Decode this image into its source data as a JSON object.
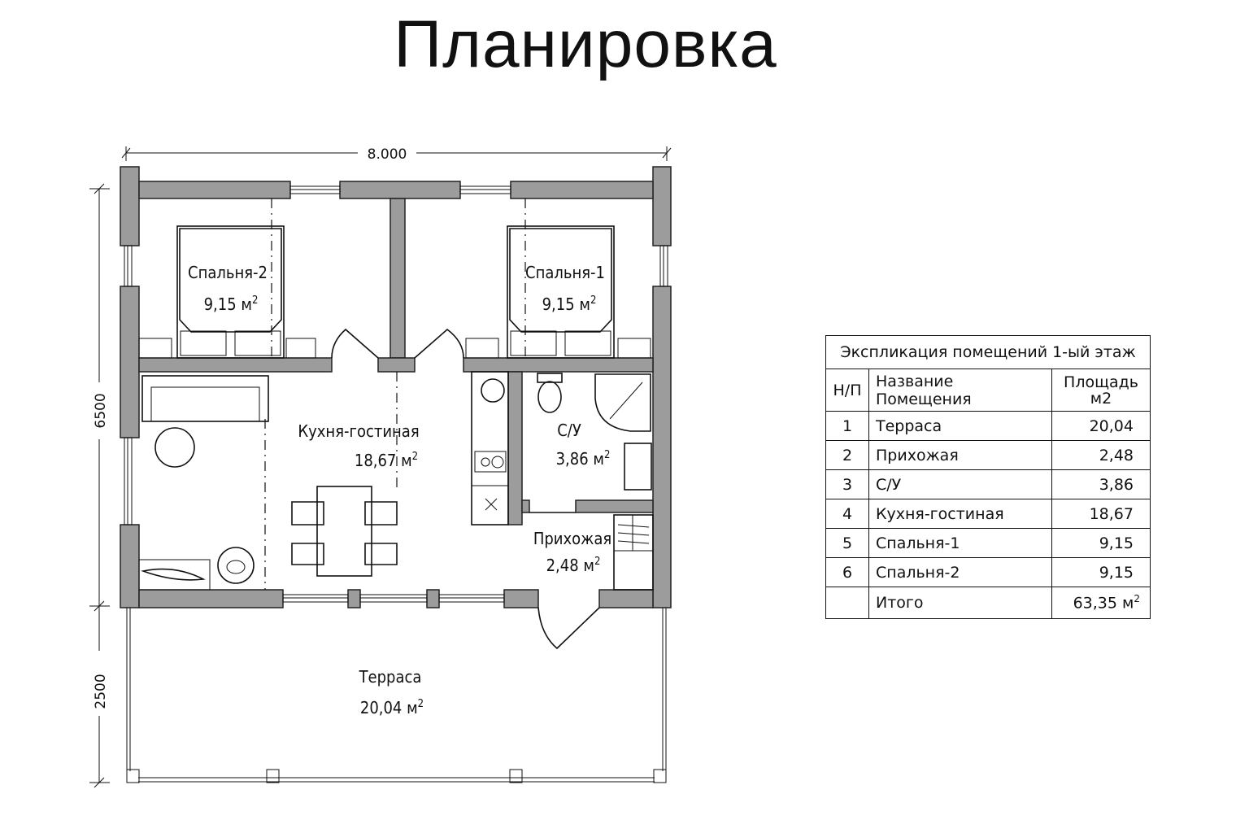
{
  "title": "Планировка",
  "dimensions": {
    "width": "8.000",
    "house_depth": "6500",
    "terrace_depth": "2500"
  },
  "rooms": {
    "bedroom2": {
      "name": "Спальня-2",
      "area": "9,15 м",
      "sup": "2"
    },
    "bedroom1": {
      "name": "Спальня-1",
      "area": "9,15 м",
      "sup": "2"
    },
    "kitchen": {
      "name": "Кухня-гостиная",
      "area": "18,67 м",
      "sup": "2"
    },
    "bathroom": {
      "name": "С/У",
      "area": "3,86 м",
      "sup": "2"
    },
    "hallway": {
      "name": "Прихожая",
      "area": "2,48 м",
      "sup": "2"
    },
    "terrace": {
      "name": "Терраса",
      "area": "20,04 м",
      "sup": "2"
    }
  },
  "table": {
    "title": "Экспликация помещений 1-ый этаж",
    "headers": {
      "num": "Н/П",
      "name": "Название Помещения",
      "area": "Площадь",
      "area_unit": "м2"
    },
    "rows": [
      {
        "num": "1",
        "name": "Терраса",
        "area": "20,04"
      },
      {
        "num": "2",
        "name": "Прихожая",
        "area": "2,48"
      },
      {
        "num": "3",
        "name": "С/У",
        "area": "3,86"
      },
      {
        "num": "4",
        "name": "Кухня-гостиная",
        "area": "18,67"
      },
      {
        "num": "5",
        "name": "Спальня-1",
        "area": "9,15"
      },
      {
        "num": "6",
        "name": "Спальня-2",
        "area": "9,15"
      }
    ],
    "total": {
      "label": "Итого",
      "area": "63,35 м",
      "sup": "2"
    }
  }
}
